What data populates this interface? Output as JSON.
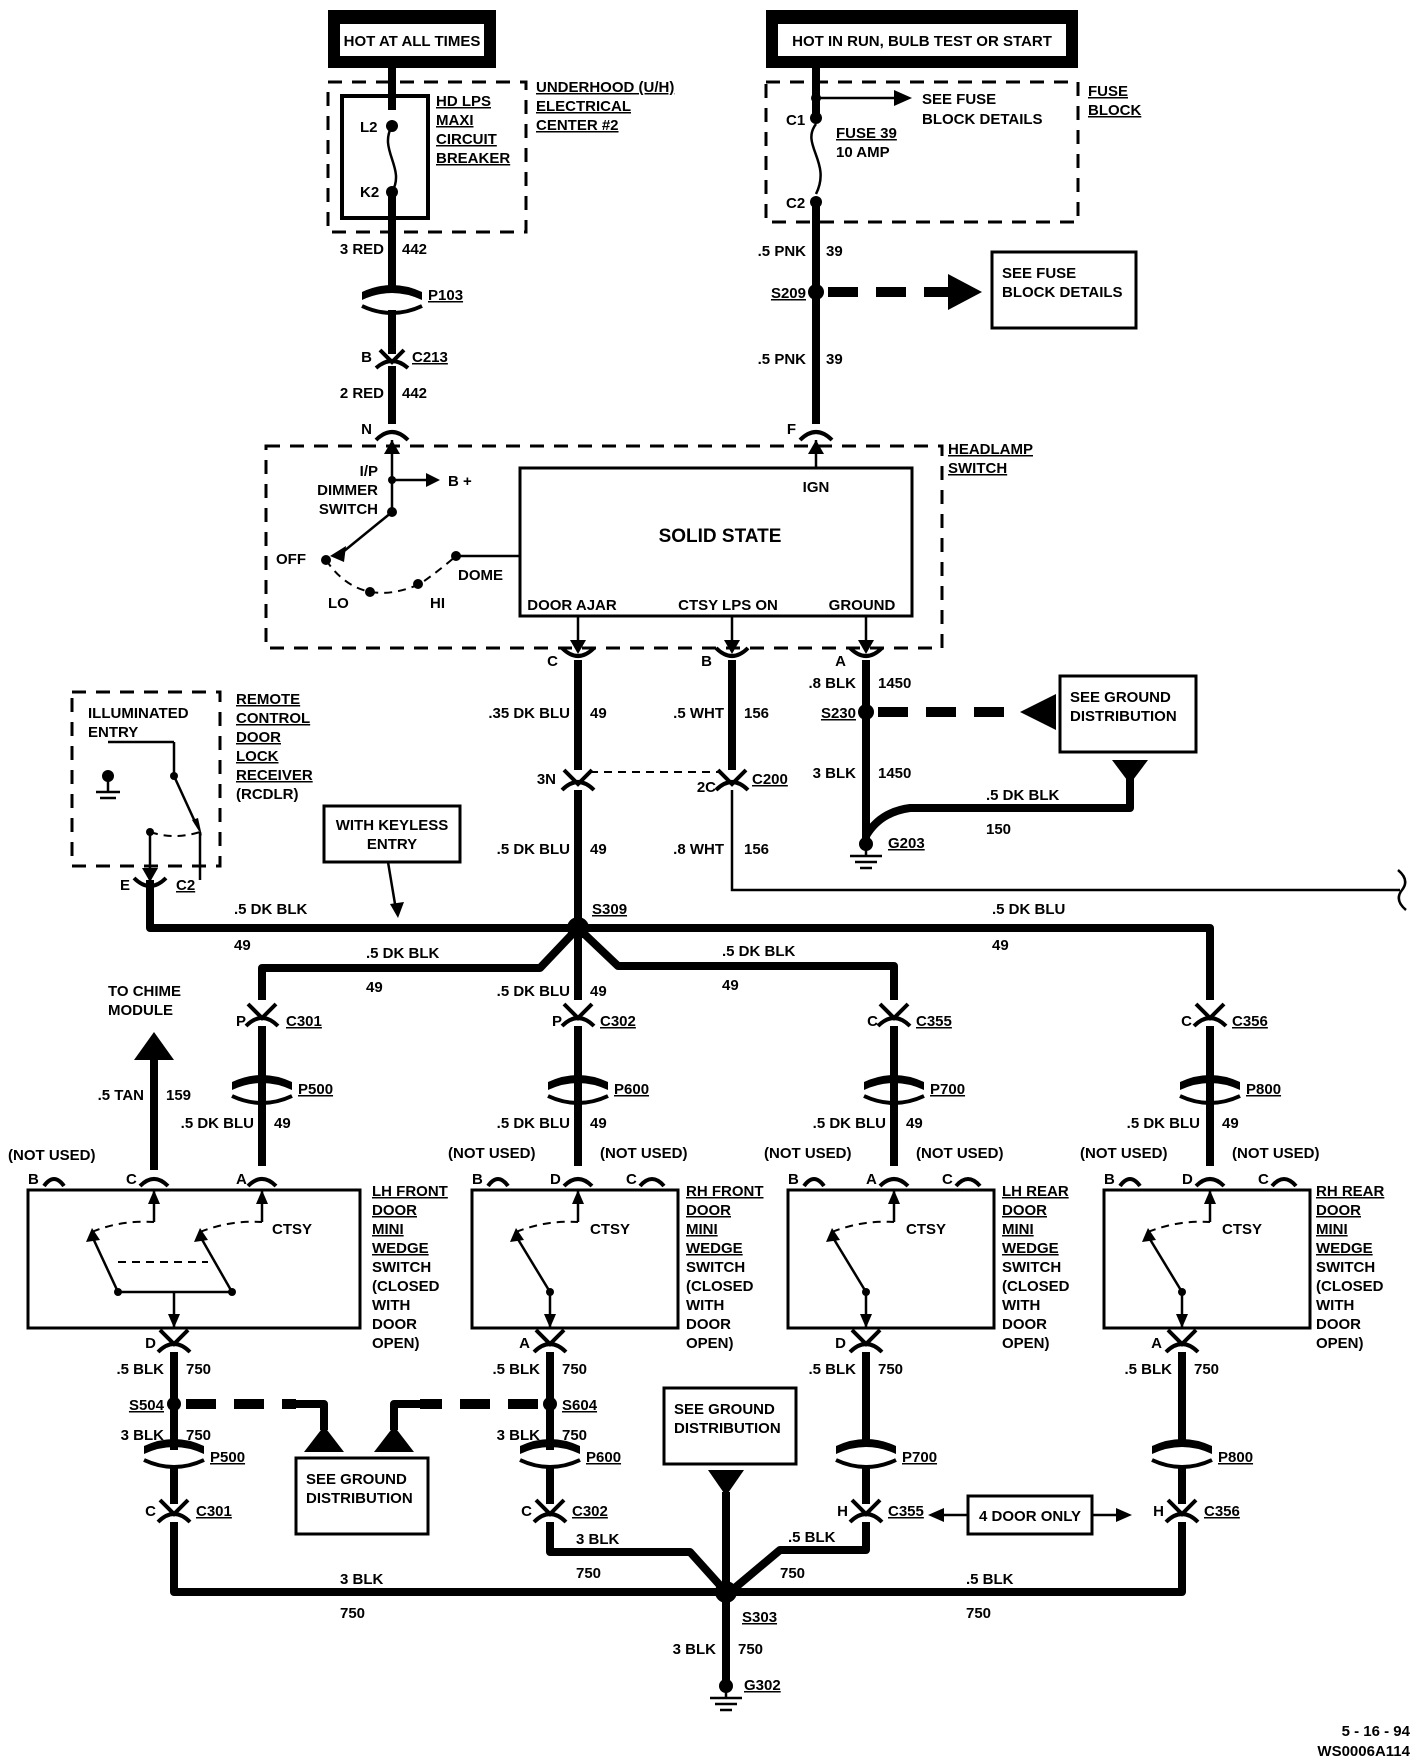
{
  "header": {
    "hot_at_all_times": "HOT AT ALL TIMES",
    "hot_in_run": "HOT IN RUN, BULB TEST OR START"
  },
  "underhood": {
    "breaker": [
      "HD LPS",
      "MAXI",
      "CIRCUIT",
      "BREAKER"
    ],
    "center": [
      "UNDERHOOD (U/H)",
      "ELECTRICAL",
      "CENTER #2"
    ],
    "pin_top": "L2",
    "pin_bottom": "K2"
  },
  "fuse_block": {
    "label": [
      "FUSE",
      "BLOCK"
    ],
    "see_details": [
      "SEE FUSE",
      "BLOCK DETAILS"
    ],
    "fuse": [
      "FUSE 39",
      "10 AMP"
    ],
    "pin_top": "C1",
    "pin_bottom": "C2"
  },
  "see_fuse_box": [
    "SEE FUSE",
    "BLOCK DETAILS"
  ],
  "wires_top": {
    "w1_gauge": "3 RED",
    "w1_circuit": "442",
    "p103": "P103",
    "c213_pin": "B",
    "c213": "C213",
    "w2_gauge": "2 RED",
    "w2_circuit": "442",
    "n_pin": "N",
    "pnk1_gauge": ".5 PNK",
    "pnk1_circuit": "39",
    "s209": "S209",
    "pnk2_gauge": ".5 PNK",
    "pnk2_circuit": "39",
    "f_pin": "F"
  },
  "headlamp": {
    "label": [
      "HEADLAMP",
      "SWITCH"
    ],
    "solid_state": "SOLID STATE",
    "ign": "IGN",
    "door_ajar": "DOOR AJAR",
    "ctsy_lps_on": "CTSY LPS ON",
    "ground": "GROUND",
    "dimmer": [
      "I/P",
      "DIMMER",
      "SWITCH"
    ],
    "b_plus": "B +",
    "off": "OFF",
    "lo": "LO",
    "hi": "HI",
    "dome": "DOME",
    "pin_c": "C",
    "pin_b": "B",
    "pin_a": "A"
  },
  "rcdlr": {
    "label": [
      "REMOTE",
      "CONTROL",
      "DOOR",
      "LOCK",
      "RECEIVER",
      "(RCDLR)"
    ],
    "illuminated": [
      "ILLUMINATED",
      "ENTRY"
    ],
    "pin_e": "E",
    "c2": "C2"
  },
  "keyless": [
    "WITH KEYLESS",
    "ENTRY"
  ],
  "mid_wires": {
    "dkblu35": ".35 DK BLU",
    "c49a": "49",
    "wht5": ".5 WHT",
    "c156a": "156",
    "blk8": ".8 BLK",
    "c1450a": "1450",
    "s230": "S230",
    "see_ground": [
      "SEE GROUND",
      "DISTRIBUTION"
    ],
    "pin_3n": "3N",
    "pin_2c": "2C",
    "c200": "C200",
    "blk3": "3 BLK",
    "c1450b": "1450",
    "dkblk5": ".5 DK BLK",
    "c150": "150",
    "g203": "G203",
    "dkblu5": ".5 DK BLU",
    "c49b": "49",
    "wht8": ".8 WHT",
    "c156b": "156"
  },
  "bus": {
    "s309": "S309",
    "left_gauge": ".5 DK BLK",
    "left_circuit": "49",
    "right_gauge": ".5 DK BLU",
    "right_circuit": "49",
    "b1_gauge": ".5 DK BLK",
    "b1_circuit": "49",
    "b2_gauge": ".5 DK BLU",
    "b2_circuit": "49",
    "b3_gauge": ".5 DK BLK",
    "b3_circuit": "49"
  },
  "chime": {
    "label": [
      "TO CHIME",
      "MODULE"
    ],
    "gauge": ".5 TAN",
    "circuit": "159"
  },
  "branches": [
    {
      "pin": "P",
      "conn": "C301",
      "plug": "P500",
      "gauge": ".5 DK BLU",
      "circuit": "49"
    },
    {
      "pin": "P",
      "conn": "C302",
      "plug": "P600",
      "gauge": ".5 DK BLU",
      "circuit": "49"
    },
    {
      "pin": "C",
      "conn": "C355",
      "plug": "P700",
      "gauge": ".5 DK BLU",
      "circuit": "49"
    },
    {
      "pin": "C",
      "conn": "C356",
      "plug": "P800",
      "gauge": ".5 DK BLU",
      "circuit": "49"
    }
  ],
  "switches": [
    {
      "label": [
        "LH FRONT",
        "DOOR",
        "MINI",
        "WEDGE",
        "SWITCH",
        "(CLOSED",
        "WITH",
        "DOOR",
        "OPEN)"
      ],
      "not_used_left": "(NOT USED)",
      "pin_left": "B",
      "pin_mid": "C",
      "pin_right": "A",
      "ctsy": "CTSY",
      "pin_bottom": "D"
    },
    {
      "label": [
        "RH FRONT",
        "DOOR",
        "MINI",
        "WEDGE",
        "SWITCH",
        "(CLOSED",
        "WITH",
        "DOOR",
        "OPEN)"
      ],
      "not_used_left": "(NOT USED)",
      "not_used_right": "(NOT USED)",
      "pin_left": "B",
      "pin_mid": "D",
      "pin_right": "C",
      "ctsy": "CTSY",
      "pin_bottom": "A"
    },
    {
      "label": [
        "LH REAR",
        "DOOR",
        "MINI",
        "WEDGE",
        "SWITCH",
        "(CLOSED",
        "WITH",
        "DOOR",
        "OPEN)"
      ],
      "not_used_left": "(NOT USED)",
      "not_used_right": "(NOT USED)",
      "pin_left": "B",
      "pin_mid": "A",
      "pin_right": "C",
      "ctsy": "CTSY",
      "pin_bottom": "D"
    },
    {
      "label": [
        "RH REAR",
        "DOOR",
        "MINI",
        "WEDGE",
        "SWITCH",
        "(CLOSED",
        "WITH",
        "DOOR",
        "OPEN)"
      ],
      "not_used_left": "(NOT USED)",
      "not_used_right": "(NOT USED)",
      "pin_left": "B",
      "pin_mid": "D",
      "pin_right": "C",
      "ctsy": "CTSY",
      "pin_bottom": "A"
    }
  ],
  "lower": {
    "l1_gauge": ".5 BLK",
    "l1_circuit": "750",
    "s504": "S504",
    "l1b_gauge": "3 BLK",
    "l1b_circuit": "750",
    "p500": "P500",
    "c301_pin": "C",
    "c301": "C301",
    "l2_gauge": ".5 BLK",
    "l2_circuit": "750",
    "s604": "S604",
    "l2b_gauge": "3 BLK",
    "l2b_circuit": "750",
    "p600": "P600",
    "c302_pin": "C",
    "c302": "C302",
    "l3_gauge": ".5 BLK",
    "l3_circuit": "750",
    "p700": "P700",
    "c355_pin": "H",
    "c355": "C355",
    "l4_gauge": ".5 BLK",
    "l4_circuit": "750",
    "p800": "P800",
    "c356_pin": "H",
    "c356": "C356",
    "four_door": "4 DOOR ONLY",
    "see_ground_a": [
      "SEE GROUND",
      "DISTRIBUTION"
    ],
    "see_ground_b": [
      "SEE GROUND",
      "DISTRIBUTION"
    ],
    "g_left_gauge": "3 BLK",
    "g_left_circuit": "750",
    "g_c302_gauge": "3 BLK",
    "g_c302_circuit": "750",
    "g_c355_gauge": ".5 BLK",
    "g_c355_circuit": "750",
    "g_right_gauge": ".5 BLK",
    "g_right_circuit": "750",
    "s303": "S303",
    "g302_gauge": "3 BLK",
    "g302_circuit": "750",
    "g302": "G302"
  },
  "footer": {
    "date": "5 - 16 - 94",
    "code": "WS0006A114"
  }
}
